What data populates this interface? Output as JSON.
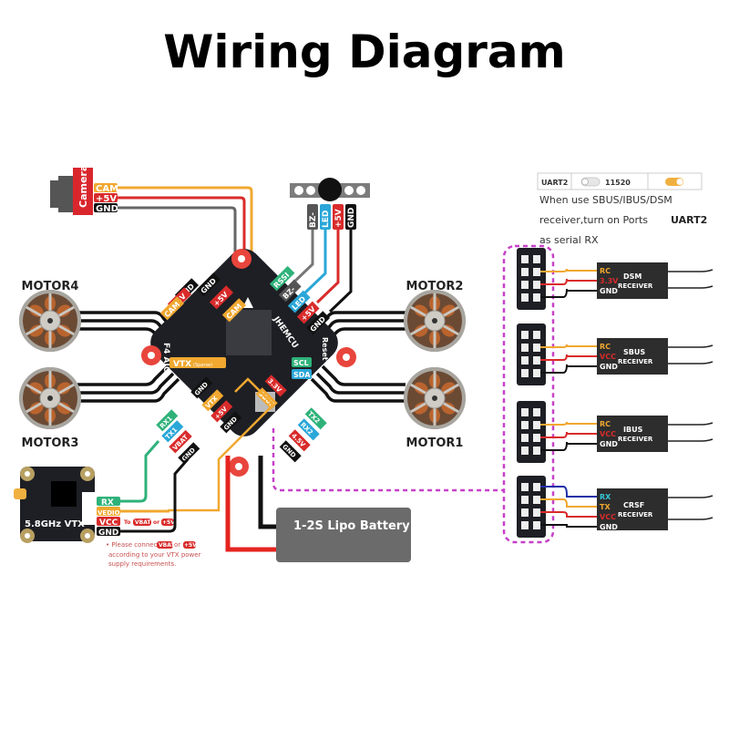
{
  "title": "Wiring Diagram",
  "camera": {
    "label": "Camera",
    "pins": [
      {
        "name": "CAM",
        "color": "#f0a830"
      },
      {
        "name": "+5V",
        "color": "#d92b2b"
      },
      {
        "name": "GND",
        "color": "#111111"
      }
    ]
  },
  "buzzer_led": {
    "pins": [
      {
        "name": "BZ-",
        "color": "#555555"
      },
      {
        "name": "LED",
        "color": "#2aa7d8"
      },
      {
        "name": "+5V",
        "color": "#d92b2b"
      },
      {
        "name": "GND",
        "color": "#111111"
      }
    ]
  },
  "motors": {
    "motor4": "MOTOR4",
    "motor3": "MOTOR3",
    "motor2": "MOTOR2",
    "motor1": "MOTOR1"
  },
  "flight_controller": {
    "brand": "JHEMCU",
    "side_label_left": "F4 AIO",
    "side_label_right": "Reset",
    "pads_top_left": [
      "GND",
      "+5V",
      "CAM"
    ],
    "pads_top_left_outer": [
      "GND",
      "+5V",
      "CAM"
    ],
    "pads_top_right": [
      "RSSI",
      "BZ-",
      "LED",
      "+5V",
      "GND"
    ],
    "pads_center": [
      "VTX",
      "SCL",
      "SDA"
    ],
    "vtx_note": "(Sparse)",
    "pads_bottom_center": [
      "GND",
      "VTX",
      "+5V",
      "GND",
      "SBUS",
      "3.3V"
    ],
    "pads_bottom_left": [
      "RX1",
      "TX1",
      "VBAT",
      "GND"
    ],
    "pads_bottom_right": [
      "TX2",
      "RX2",
      "4.5V",
      "GND"
    ],
    "power": [
      "+",
      "-"
    ]
  },
  "vtx": {
    "label": "5.8GHz VTX",
    "pins": [
      {
        "name": "RX",
        "color": "#2fb27a"
      },
      {
        "name": "VEDIO",
        "color": "#f0a830"
      },
      {
        "name": "VCC",
        "color": "#d92b2b"
      },
      {
        "name": "GND",
        "color": "#111111"
      }
    ],
    "vcc_hint_prefix": "To",
    "vcc_hint_a": "VBAT",
    "vcc_hint_or": "or",
    "vcc_hint_b": "+5V",
    "note_line1_prefix": "• Please connect",
    "note_line1_a": "VBAT",
    "note_line1_or": "or",
    "note_line1_b": "+5V",
    "note_line2": "according to your VTX power",
    "note_line3": "supply requirements."
  },
  "battery": {
    "label": "1-2S Lipo Battery"
  },
  "uart_settings": {
    "port": "UART2",
    "baud": "11520",
    "toggle_left_on": false,
    "toggle_right_on": true,
    "note_line1": "When use SBUS/IBUS/DSM",
    "note_line2_prefix": "receiver,turn on Ports",
    "note_line2_bold": "UART2",
    "note_line3": "as serial RX"
  },
  "receivers": [
    {
      "name": "DSM",
      "sub": "RECEIVER",
      "pins": [
        {
          "name": "RC",
          "color": "#f0a830"
        },
        {
          "name": "3.3V",
          "color": "#d92b2b"
        },
        {
          "name": "GND",
          "color": "#ffffff"
        }
      ]
    },
    {
      "name": "SBUS",
      "sub": "RECEIVER",
      "pins": [
        {
          "name": "RC",
          "color": "#f0a830"
        },
        {
          "name": "VCC",
          "color": "#d92b2b"
        },
        {
          "name": "GND",
          "color": "#ffffff"
        }
      ]
    },
    {
      "name": "IBUS",
      "sub": "RECEIVER",
      "pins": [
        {
          "name": "RC",
          "color": "#f0a830"
        },
        {
          "name": "VCC",
          "color": "#d92b2b"
        },
        {
          "name": "GND",
          "color": "#ffffff"
        }
      ]
    },
    {
      "name": "CRSF",
      "sub": "RECEIVER",
      "pins": [
        {
          "name": "RX",
          "color": "#35c6d6"
        },
        {
          "name": "TX",
          "color": "#f0a830"
        },
        {
          "name": "VCC",
          "color": "#d92b2b"
        },
        {
          "name": "GND",
          "color": "#ffffff"
        }
      ]
    }
  ],
  "colors": {
    "board": "#1e1f24",
    "pad": "#e9e9e9",
    "orange": "#f0a830",
    "red": "#d92b2b",
    "black": "#111111",
    "green": "#2fb27a",
    "blue": "#2aa7d8",
    "navy": "#1f2fa8",
    "magenta": "#c640c8",
    "battery": "#6b6b6b",
    "receiver": "#2d2d2d"
  }
}
